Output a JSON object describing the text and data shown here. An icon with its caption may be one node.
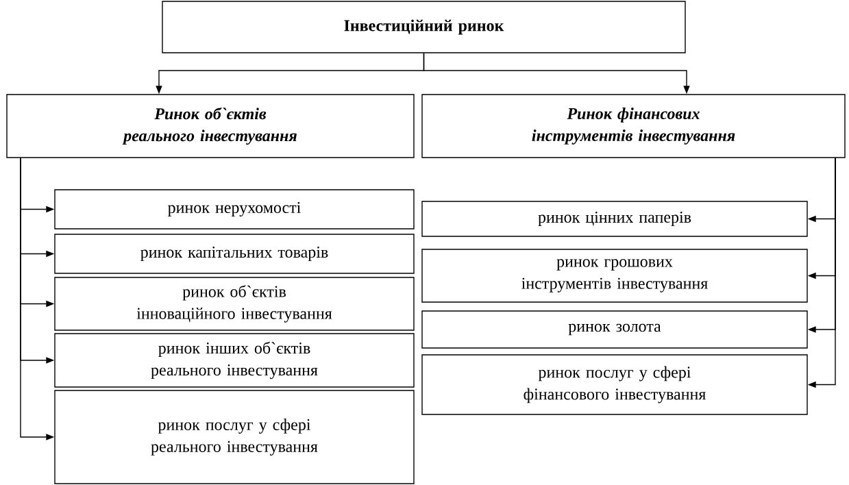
{
  "diagram": {
    "nodes": [
      {
        "text": [
          "Інвестиційний ринок"
        ]
      },
      {
        "text": [
          "Ринок об`єктів реального інвестування"
        ]
      },
      {
        "text": [
          "Ринок фінансових інструментів інвестування"
        ]
      },
      {
        "text": [
          "ринок нерухомості"
        ]
      },
      {
        "text": [
          "ринок капітальних товарів"
        ]
      },
      {
        "text": [
          "ринок об`єктів інноваційного інвестування"
        ]
      },
      {
        "text": [
          "ринок інших об`єктів реального інвестування"
        ]
      },
      {
        "text": [
          "ринок послуг у сфері реального інвестування"
        ]
      },
      {
        "text": [
          "ринок цінних паперів"
        ]
      },
      {
        "text": [
          "ринок грошових інструментів інвестування"
        ]
      },
      {
        "text": [
          "ринок золота"
        ]
      },
      {
        "text": [
          "ринок послуг у сфері фінансового інвестування"
        ]
      }
    ],
    "edges": [
      {
        "from": 0,
        "to": 1,
        "arrow": "to"
      },
      {
        "from": 0,
        "to": 2,
        "arrow": "to"
      },
      {
        "from": 1,
        "to": 3,
        "arrow": "to"
      },
      {
        "from": 1,
        "to": 4,
        "arrow": "to"
      },
      {
        "from": 1,
        "to": 5,
        "arrow": "to"
      },
      {
        "from": 1,
        "to": 6,
        "arrow": "to"
      },
      {
        "from": 1,
        "to": 7,
        "arrow": "to"
      },
      {
        "from": 2,
        "to": 8,
        "arrow": "to"
      },
      {
        "from": 2,
        "to": 9,
        "arrow": "to"
      },
      {
        "from": 2,
        "to": 10,
        "arrow": "to"
      },
      {
        "from": 2,
        "to": 11,
        "arrow": "to"
      }
    ]
  }
}
